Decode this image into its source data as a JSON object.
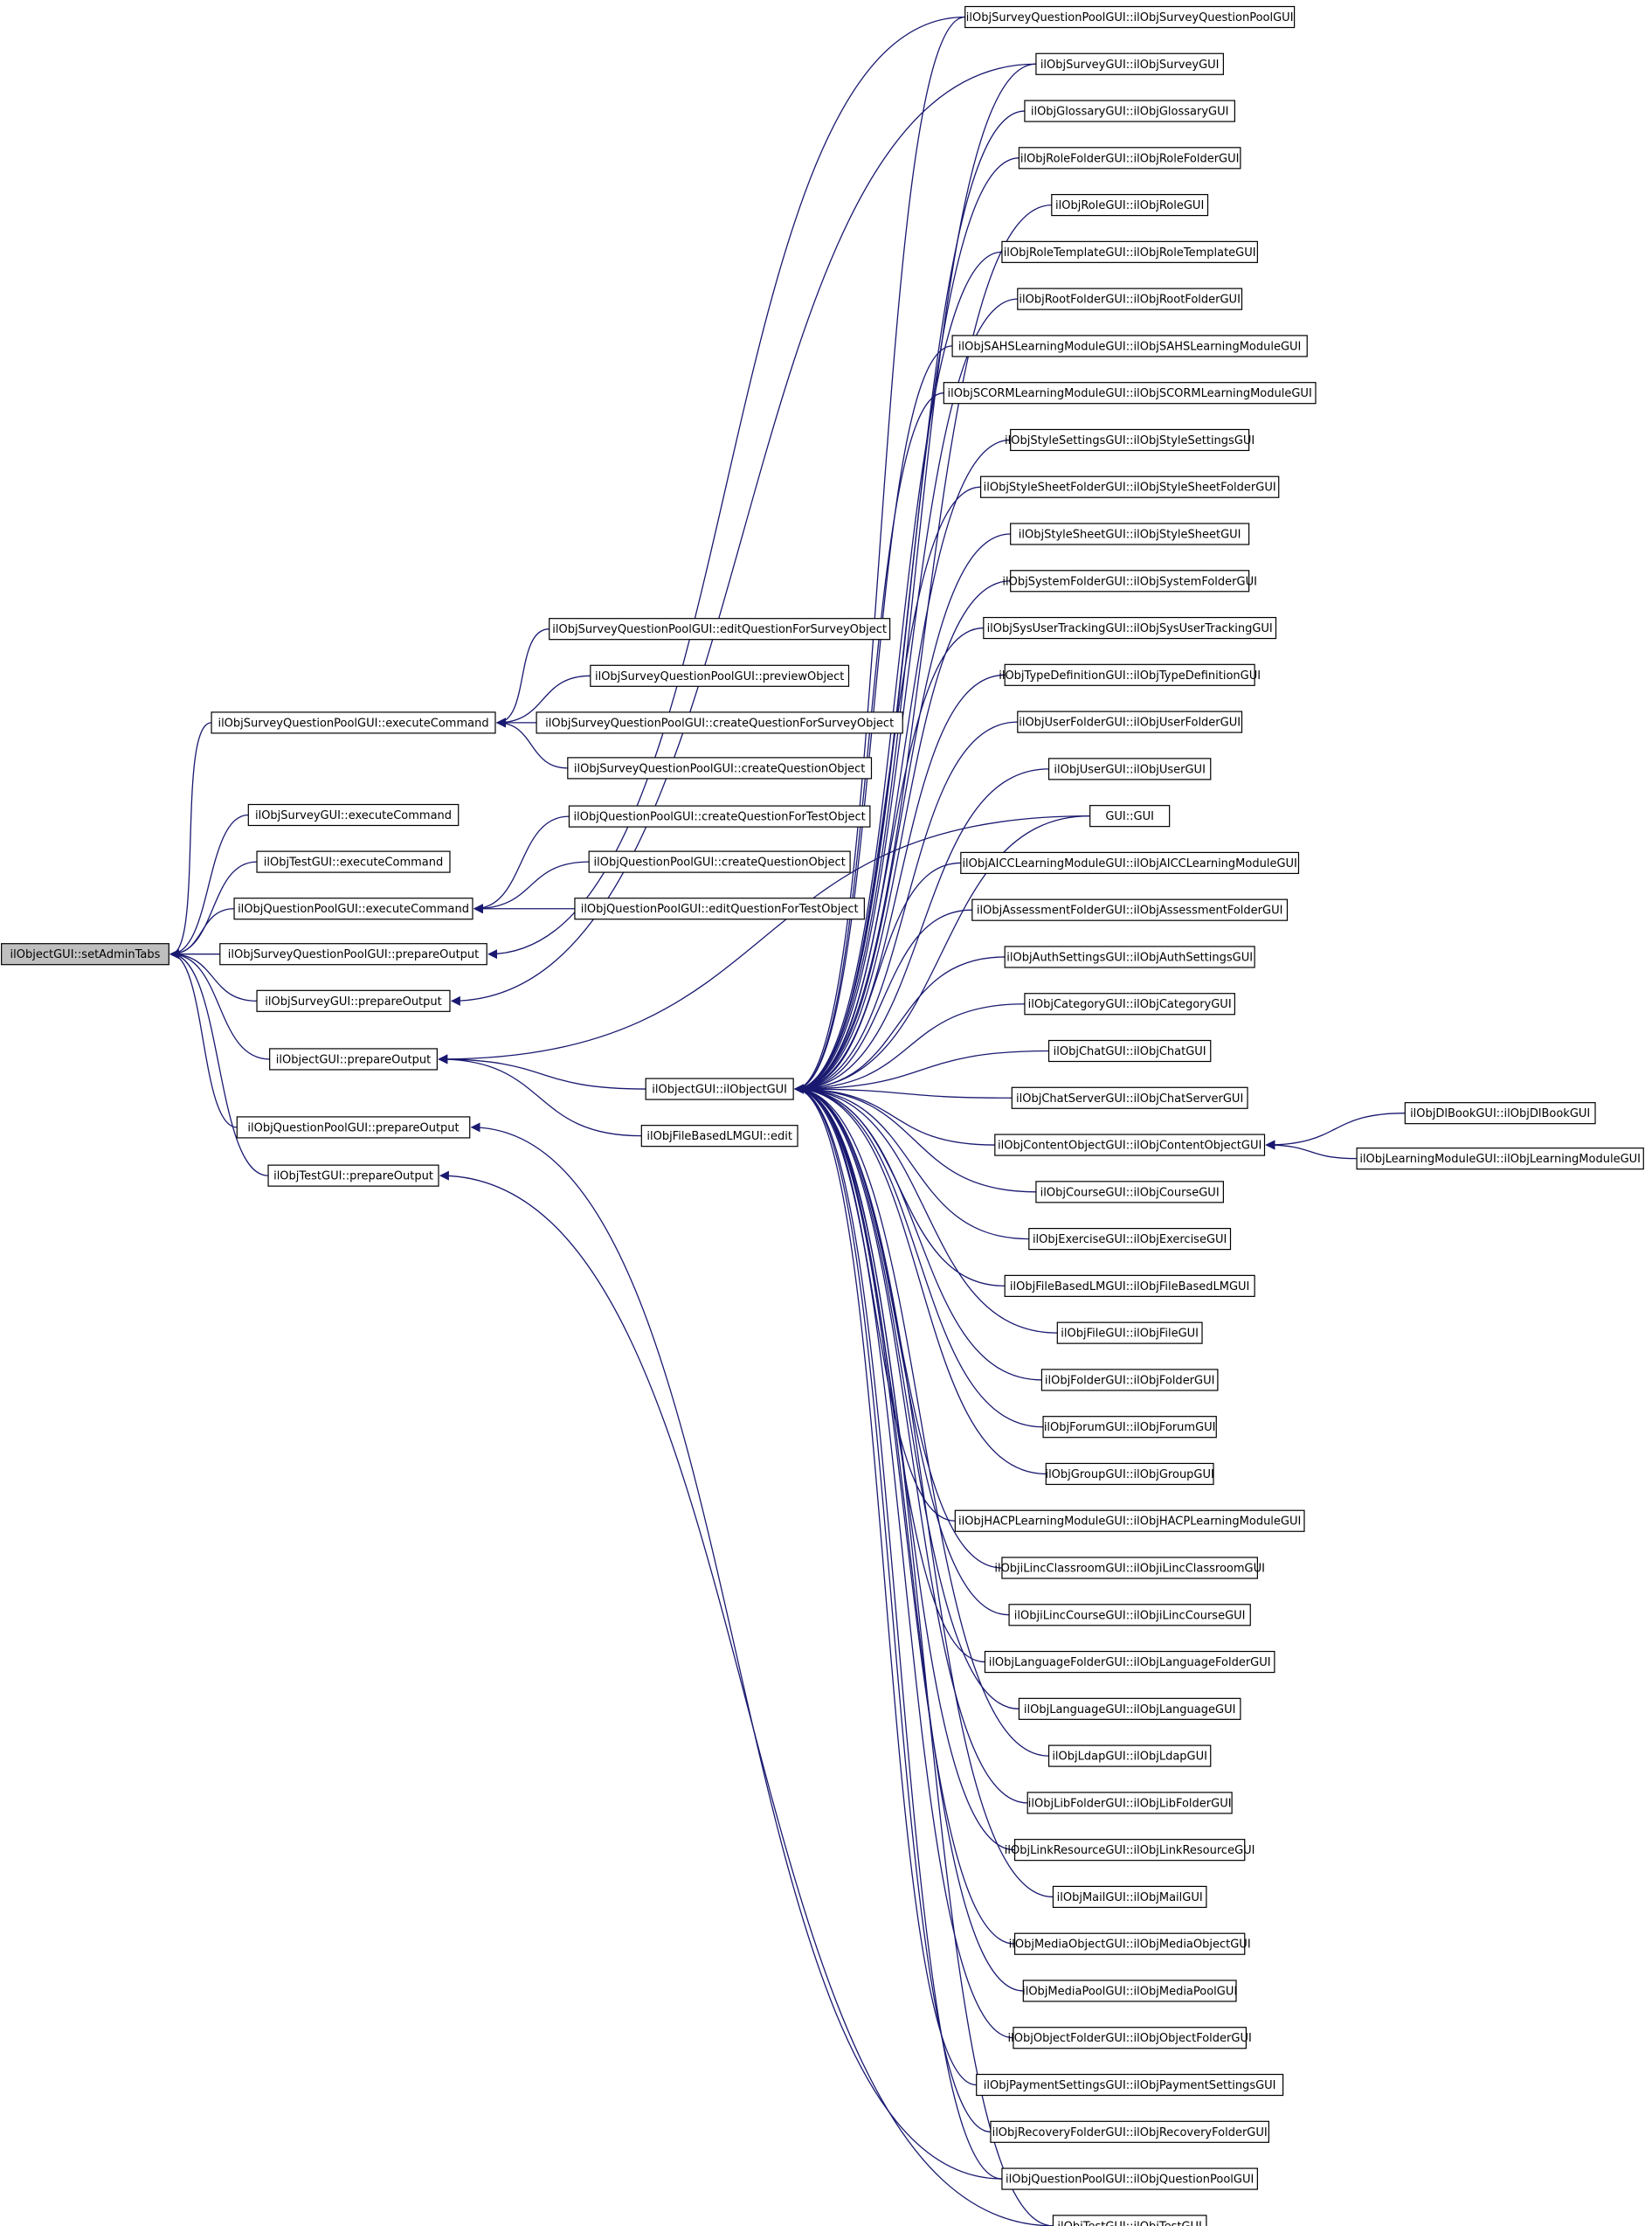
{
  "graph": {
    "edge_color": "#191970",
    "node_fill": "#ffffff",
    "root_fill": "#bfbfbf",
    "nodes": [
      {
        "id": "root",
        "label": "ilObjectGUI::setAdminTabs",
        "root": true
      },
      {
        "id": "sqp_exec",
        "label": "ilObjSurveyQuestionPoolGUI::executeCommand"
      },
      {
        "id": "s_exec",
        "label": "ilObjSurveyGUI::executeCommand"
      },
      {
        "id": "t_exec",
        "label": "ilObjTestGUI::executeCommand"
      },
      {
        "id": "qp_exec",
        "label": "ilObjQuestionPoolGUI::executeCommand"
      },
      {
        "id": "sqp_prep",
        "label": "ilObjSurveyQuestionPoolGUI::prepareOutput"
      },
      {
        "id": "s_prep",
        "label": "ilObjSurveyGUI::prepareOutput"
      },
      {
        "id": "o_prep",
        "label": "ilObjectGUI::prepareOutput"
      },
      {
        "id": "qp_prep",
        "label": "ilObjQuestionPoolGUI::prepareOutput"
      },
      {
        "id": "t_prep",
        "label": "ilObjTestGUI::prepareOutput"
      },
      {
        "id": "sqp_editq",
        "label": "ilObjSurveyQuestionPoolGUI::editQuestionForSurveyObject"
      },
      {
        "id": "sqp_prev",
        "label": "ilObjSurveyQuestionPoolGUI::previewObject"
      },
      {
        "id": "sqp_createqs",
        "label": "ilObjSurveyQuestionPoolGUI::createQuestionForSurveyObject"
      },
      {
        "id": "sqp_createq",
        "label": "ilObjSurveyQuestionPoolGUI::createQuestionObject"
      },
      {
        "id": "qp_createqt",
        "label": "ilObjQuestionPoolGUI::createQuestionForTestObject"
      },
      {
        "id": "qp_createq",
        "label": "ilObjQuestionPoolGUI::createQuestionObject"
      },
      {
        "id": "qp_editqt",
        "label": "ilObjQuestionPoolGUI::editQuestionForTestObject"
      },
      {
        "id": "ilobj",
        "label": "ilObjectGUI::ilObjectGUI"
      },
      {
        "id": "fblm_edit",
        "label": "ilObjFileBasedLMGUI::edit"
      },
      {
        "id": "c_sqp",
        "label": "ilObjSurveyQuestionPoolGUI::ilObjSurveyQuestionPoolGUI"
      },
      {
        "id": "c_survey",
        "label": "ilObjSurveyGUI::ilObjSurveyGUI"
      },
      {
        "id": "c_gloss",
        "label": "ilObjGlossaryGUI::ilObjGlossaryGUI"
      },
      {
        "id": "c_rolef",
        "label": "ilObjRoleFolderGUI::ilObjRoleFolderGUI"
      },
      {
        "id": "c_role",
        "label": "ilObjRoleGUI::ilObjRoleGUI"
      },
      {
        "id": "c_rolet",
        "label": "ilObjRoleTemplateGUI::ilObjRoleTemplateGUI"
      },
      {
        "id": "c_rootf",
        "label": "ilObjRootFolderGUI::ilObjRootFolderGUI"
      },
      {
        "id": "c_sahs",
        "label": "ilObjSAHSLearningModuleGUI::ilObjSAHSLearningModuleGUI"
      },
      {
        "id": "c_scorm",
        "label": "ilObjSCORMLearningModuleGUI::ilObjSCORMLearningModuleGUI"
      },
      {
        "id": "c_styles",
        "label": "ilObjStyleSettingsGUI::ilObjStyleSettingsGUI"
      },
      {
        "id": "c_stylesf",
        "label": "ilObjStyleSheetFolderGUI::ilObjStyleSheetFolderGUI"
      },
      {
        "id": "c_stylesh",
        "label": "ilObjStyleSheetGUI::ilObjStyleSheetGUI"
      },
      {
        "id": "c_sysf",
        "label": "ilObjSystemFolderGUI::ilObjSystemFolderGUI"
      },
      {
        "id": "c_sysut",
        "label": "ilObjSysUserTrackingGUI::ilObjSysUserTrackingGUI"
      },
      {
        "id": "c_typedef",
        "label": "ilObjTypeDefinitionGUI::ilObjTypeDefinitionGUI"
      },
      {
        "id": "c_userf",
        "label": "ilObjUserFolderGUI::ilObjUserFolderGUI"
      },
      {
        "id": "c_user",
        "label": "ilObjUserGUI::ilObjUserGUI"
      },
      {
        "id": "c_gui",
        "label": "GUI::GUI"
      },
      {
        "id": "c_aicc",
        "label": "ilObjAICCLearningModuleGUI::ilObjAICCLearningModuleGUI"
      },
      {
        "id": "c_assessf",
        "label": "ilObjAssessmentFolderGUI::ilObjAssessmentFolderGUI"
      },
      {
        "id": "c_auths",
        "label": "ilObjAuthSettingsGUI::ilObjAuthSettingsGUI"
      },
      {
        "id": "c_cat",
        "label": "ilObjCategoryGUI::ilObjCategoryGUI"
      },
      {
        "id": "c_chat",
        "label": "ilObjChatGUI::ilObjChatGUI"
      },
      {
        "id": "c_chats",
        "label": "ilObjChatServerGUI::ilObjChatServerGUI"
      },
      {
        "id": "c_contobj",
        "label": "ilObjContentObjectGUI::ilObjContentObjectGUI"
      },
      {
        "id": "c_course",
        "label": "ilObjCourseGUI::ilObjCourseGUI"
      },
      {
        "id": "c_exer",
        "label": "ilObjExerciseGUI::ilObjExerciseGUI"
      },
      {
        "id": "c_fblm",
        "label": "ilObjFileBasedLMGUI::ilObjFileBasedLMGUI"
      },
      {
        "id": "c_file",
        "label": "ilObjFileGUI::ilObjFileGUI"
      },
      {
        "id": "c_folder",
        "label": "ilObjFolderGUI::ilObjFolderGUI"
      },
      {
        "id": "c_forum",
        "label": "ilObjForumGUI::ilObjForumGUI"
      },
      {
        "id": "c_group",
        "label": "ilObjGroupGUI::ilObjGroupGUI"
      },
      {
        "id": "c_hacp",
        "label": "ilObjHACPLearningModuleGUI::ilObjHACPLearningModuleGUI"
      },
      {
        "id": "c_ilincc",
        "label": "ilObjiLincClassroomGUI::ilObjiLincClassroomGUI"
      },
      {
        "id": "c_ilinccourse",
        "label": "ilObjiLincCourseGUI::ilObjiLincCourseGUI"
      },
      {
        "id": "c_langf",
        "label": "ilObjLanguageFolderGUI::ilObjLanguageFolderGUI"
      },
      {
        "id": "c_lang",
        "label": "ilObjLanguageGUI::ilObjLanguageGUI"
      },
      {
        "id": "c_ldap",
        "label": "ilObjLdapGUI::ilObjLdapGUI"
      },
      {
        "id": "c_libf",
        "label": "ilObjLibFolderGUI::ilObjLibFolderGUI"
      },
      {
        "id": "c_linkr",
        "label": "ilObjLinkResourceGUI::ilObjLinkResourceGUI"
      },
      {
        "id": "c_mail",
        "label": "ilObjMailGUI::ilObjMailGUI"
      },
      {
        "id": "c_mediao",
        "label": "ilObjMediaObjectGUI::ilObjMediaObjectGUI"
      },
      {
        "id": "c_mediap",
        "label": "ilObjMediaPoolGUI::ilObjMediaPoolGUI"
      },
      {
        "id": "c_objf",
        "label": "ilObjObjectFolderGUI::ilObjObjectFolderGUI"
      },
      {
        "id": "c_pays",
        "label": "ilObjPaymentSettingsGUI::ilObjPaymentSettingsGUI"
      },
      {
        "id": "c_recf",
        "label": "ilObjRecoveryFolderGUI::ilObjRecoveryFolderGUI"
      },
      {
        "id": "c_qp",
        "label": "ilObjQuestionPoolGUI::ilObjQuestionPoolGUI"
      },
      {
        "id": "c_test",
        "label": "ilObjTestGUI::ilObjTestGUI"
      },
      {
        "id": "c_dlbook",
        "label": "ilObjDlBookGUI::ilObjDlBookGUI"
      },
      {
        "id": "c_lm",
        "label": "ilObjLearningModuleGUI::ilObjLearningModuleGUI"
      }
    ],
    "edges": [
      [
        "sqp_exec",
        "root"
      ],
      [
        "s_exec",
        "root"
      ],
      [
        "t_exec",
        "root"
      ],
      [
        "qp_exec",
        "root"
      ],
      [
        "sqp_prep",
        "root"
      ],
      [
        "s_prep",
        "root"
      ],
      [
        "o_prep",
        "root"
      ],
      [
        "qp_prep",
        "root"
      ],
      [
        "t_prep",
        "root"
      ],
      [
        "sqp_editq",
        "sqp_exec"
      ],
      [
        "sqp_prev",
        "sqp_exec"
      ],
      [
        "sqp_createqs",
        "sqp_exec"
      ],
      [
        "sqp_createq",
        "sqp_exec"
      ],
      [
        "qp_createqt",
        "qp_exec"
      ],
      [
        "qp_createq",
        "qp_exec"
      ],
      [
        "qp_editqt",
        "qp_exec"
      ],
      [
        "c_sqp",
        "sqp_prep"
      ],
      [
        "c_survey",
        "s_prep"
      ],
      [
        "ilobj",
        "o_prep"
      ],
      [
        "fblm_edit",
        "o_prep"
      ],
      [
        "c_gui",
        "o_prep"
      ],
      [
        "c_qp",
        "qp_prep"
      ],
      [
        "c_test",
        "t_prep"
      ],
      [
        "c_sqp",
        "ilobj"
      ],
      [
        "c_survey",
        "ilobj"
      ],
      [
        "c_gloss",
        "ilobj"
      ],
      [
        "c_rolef",
        "ilobj"
      ],
      [
        "c_role",
        "ilobj"
      ],
      [
        "c_rolet",
        "ilobj"
      ],
      [
        "c_rootf",
        "ilobj"
      ],
      [
        "c_sahs",
        "ilobj"
      ],
      [
        "c_scorm",
        "ilobj"
      ],
      [
        "c_styles",
        "ilobj"
      ],
      [
        "c_stylesf",
        "ilobj"
      ],
      [
        "c_stylesh",
        "ilobj"
      ],
      [
        "c_sysf",
        "ilobj"
      ],
      [
        "c_sysut",
        "ilobj"
      ],
      [
        "c_typedef",
        "ilobj"
      ],
      [
        "c_userf",
        "ilobj"
      ],
      [
        "c_user",
        "ilobj"
      ],
      [
        "c_gui",
        "ilobj"
      ],
      [
        "c_aicc",
        "ilobj"
      ],
      [
        "c_assessf",
        "ilobj"
      ],
      [
        "c_auths",
        "ilobj"
      ],
      [
        "c_cat",
        "ilobj"
      ],
      [
        "c_chat",
        "ilobj"
      ],
      [
        "c_chats",
        "ilobj"
      ],
      [
        "c_contobj",
        "ilobj"
      ],
      [
        "c_course",
        "ilobj"
      ],
      [
        "c_exer",
        "ilobj"
      ],
      [
        "c_fblm",
        "ilobj"
      ],
      [
        "c_file",
        "ilobj"
      ],
      [
        "c_folder",
        "ilobj"
      ],
      [
        "c_forum",
        "ilobj"
      ],
      [
        "c_group",
        "ilobj"
      ],
      [
        "c_hacp",
        "ilobj"
      ],
      [
        "c_ilincc",
        "ilobj"
      ],
      [
        "c_ilinccourse",
        "ilobj"
      ],
      [
        "c_langf",
        "ilobj"
      ],
      [
        "c_lang",
        "ilobj"
      ],
      [
        "c_ldap",
        "ilobj"
      ],
      [
        "c_libf",
        "ilobj"
      ],
      [
        "c_linkr",
        "ilobj"
      ],
      [
        "c_mail",
        "ilobj"
      ],
      [
        "c_mediao",
        "ilobj"
      ],
      [
        "c_mediap",
        "ilobj"
      ],
      [
        "c_objf",
        "ilobj"
      ],
      [
        "c_pays",
        "ilobj"
      ],
      [
        "c_recf",
        "ilobj"
      ],
      [
        "c_qp",
        "ilobj"
      ],
      [
        "c_test",
        "ilobj"
      ],
      [
        "c_dlbook",
        "c_contobj"
      ],
      [
        "c_lm",
        "c_contobj"
      ]
    ]
  }
}
